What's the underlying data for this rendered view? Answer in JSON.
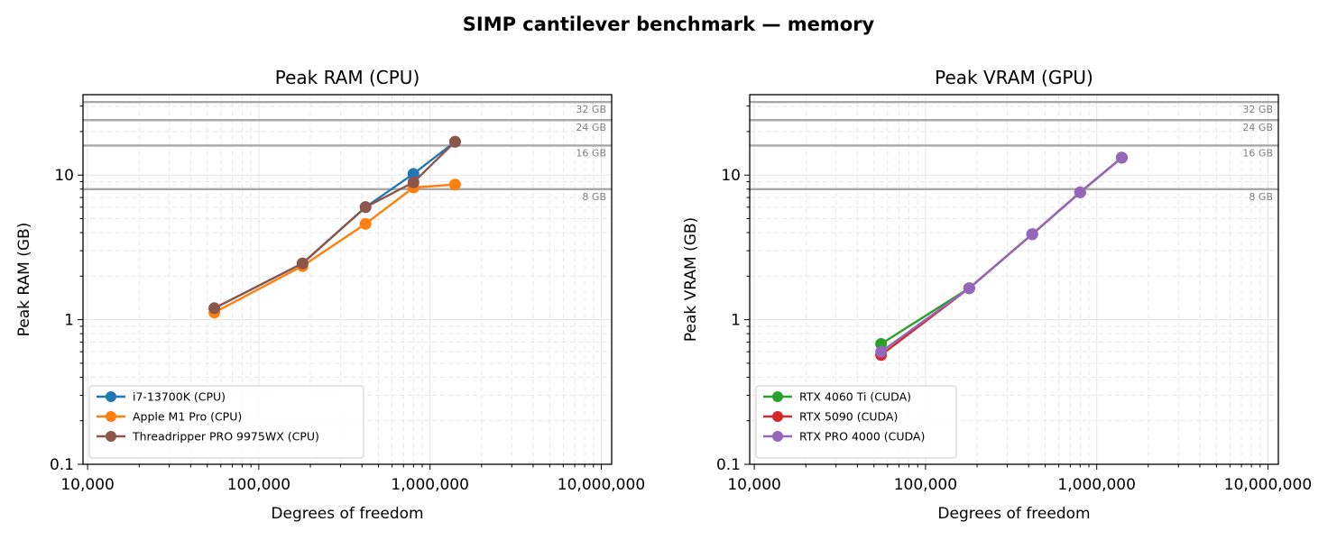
{
  "suptitle": "SIMP cantilever benchmark — memory",
  "chart_data": [
    {
      "type": "line",
      "title": "Peak RAM (CPU)",
      "xlabel": "Degrees of freedom",
      "ylabel": "Peak RAM (GB)",
      "xscale": "log",
      "yscale": "log",
      "xlim": [
        9400,
        11500000
      ],
      "ylim": [
        0.1,
        36
      ],
      "xticks": [
        {
          "value": 10000,
          "label": "10,000"
        },
        {
          "value": 100000,
          "label": "100,000"
        },
        {
          "value": 1000000,
          "label": "1,000,000"
        },
        {
          "value": 10000000,
          "label": "10,000,000"
        }
      ],
      "yticks": [
        {
          "value": 0.1,
          "label": "0.1"
        },
        {
          "value": 1,
          "label": "1"
        },
        {
          "value": 10,
          "label": "10"
        }
      ],
      "grid": true,
      "legend_position": "lower-left",
      "reference_lines": [
        {
          "value": 32,
          "label": "32 GB"
        },
        {
          "value": 24,
          "label": "24 GB"
        },
        {
          "value": 16,
          "label": "16 GB"
        },
        {
          "value": 8,
          "label": "8 GB"
        }
      ],
      "series": [
        {
          "name": "i7-13700K (CPU)",
          "color": "#1f77b4",
          "x": [
            55000,
            180000,
            420000,
            800000,
            1400000
          ],
          "y": [
            1.2,
            2.45,
            6.0,
            10.2,
            17.0
          ]
        },
        {
          "name": "Apple M1 Pro (CPU)",
          "color": "#ff7f0e",
          "x": [
            55000,
            180000,
            420000,
            800000,
            1400000
          ],
          "y": [
            1.12,
            2.35,
            4.6,
            8.2,
            8.6
          ]
        },
        {
          "name": "Threadripper PRO 9975WX (CPU)",
          "color": "#8c564b",
          "x": [
            55000,
            180000,
            420000,
            800000,
            1400000
          ],
          "y": [
            1.2,
            2.45,
            6.0,
            8.9,
            17.0
          ]
        }
      ]
    },
    {
      "type": "line",
      "title": "Peak VRAM (GPU)",
      "xlabel": "Degrees of freedom",
      "ylabel": "Peak VRAM (GB)",
      "xscale": "log",
      "yscale": "log",
      "xlim": [
        9400,
        11500000
      ],
      "ylim": [
        0.1,
        36
      ],
      "xticks": [
        {
          "value": 10000,
          "label": "10,000"
        },
        {
          "value": 100000,
          "label": "100,000"
        },
        {
          "value": 1000000,
          "label": "1,000,000"
        },
        {
          "value": 10000000,
          "label": "10,000,000"
        }
      ],
      "yticks": [
        {
          "value": 0.1,
          "label": "0.1"
        },
        {
          "value": 1,
          "label": "1"
        },
        {
          "value": 10,
          "label": "10"
        }
      ],
      "grid": true,
      "legend_position": "lower-left",
      "reference_lines": [
        {
          "value": 32,
          "label": "32 GB"
        },
        {
          "value": 24,
          "label": "24 GB"
        },
        {
          "value": 16,
          "label": "16 GB"
        },
        {
          "value": 8,
          "label": "8 GB"
        }
      ],
      "series": [
        {
          "name": "RTX 4060 Ti (CUDA)",
          "color": "#2ca02c",
          "x": [
            55000,
            180000,
            420000,
            800000,
            1400000
          ],
          "y": [
            0.68,
            1.65,
            3.9,
            7.6,
            13.2
          ]
        },
        {
          "name": "RTX 5090 (CUDA)",
          "color": "#d62728",
          "x": [
            55000,
            180000,
            420000,
            800000,
            1400000
          ],
          "y": [
            0.57,
            1.65,
            3.9,
            7.6,
            13.2
          ]
        },
        {
          "name": "RTX PRO 4000 (CUDA)",
          "color": "#9467bd",
          "x": [
            55000,
            180000,
            420000,
            800000,
            1400000
          ],
          "y": [
            0.6,
            1.65,
            3.9,
            7.6,
            13.2
          ]
        }
      ]
    }
  ]
}
